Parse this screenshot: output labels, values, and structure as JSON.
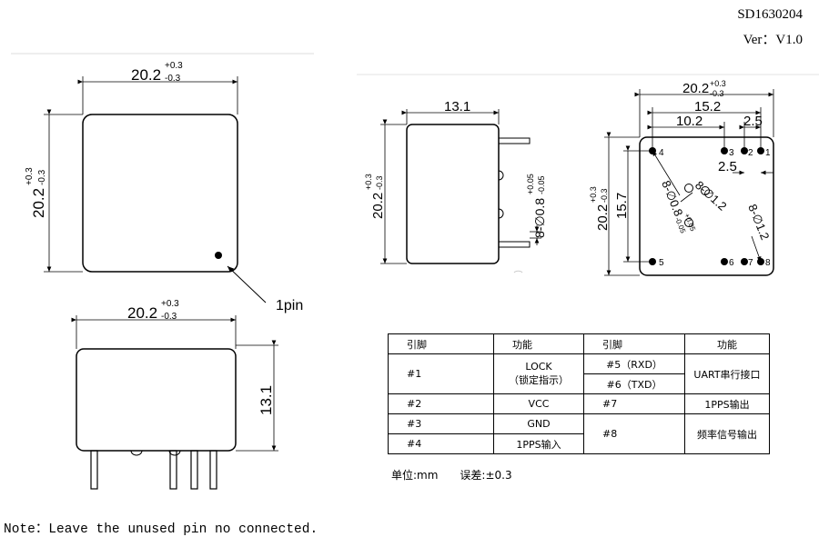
{
  "header": {
    "doc_no": "SD1630204",
    "version": "Ver：V1.0"
  },
  "dims": {
    "w_main": "20.2",
    "tol_plus": "+0.3",
    "tol_minus": "-0.3",
    "pin_len": "13.1",
    "pin_span": "15.2",
    "pin_spacing_10": "10.2",
    "pin_pitch": "2.5",
    "height_pins": "15.7",
    "pin_dia": "8-∅0.8",
    "pin_dia_tol_plus": "+0.05",
    "pin_dia_tol_minus": "-0.05",
    "hole_dia": "8-∅1.2",
    "pin1_label": "1pin"
  },
  "pins": [
    "1",
    "2",
    "3",
    "4",
    "5",
    "6",
    "7",
    "8"
  ],
  "table": {
    "headers": [
      "引脚",
      "功能",
      "引脚",
      "功能"
    ],
    "rows": [
      {
        "pin": "#1",
        "func": "LOCK",
        "func2": "（锁定指示）"
      },
      {
        "pin": "#2",
        "func": "VCC"
      },
      {
        "pin": "#3",
        "func": "GND"
      },
      {
        "pin": "#4",
        "func": "1PPS输入"
      }
    ],
    "right_rows": [
      {
        "pin": "#5（RXD）"
      },
      {
        "pin": "#6（TXD）"
      },
      {
        "pin": "#7",
        "func": "1PPS输出"
      },
      {
        "pin": "#8",
        "func": "频率信号输出"
      }
    ],
    "right_uart": "UART串行接口"
  },
  "unit_note": "单位:mm　　误差:±0.3",
  "note": "Note：Leave the unused pin no connected."
}
